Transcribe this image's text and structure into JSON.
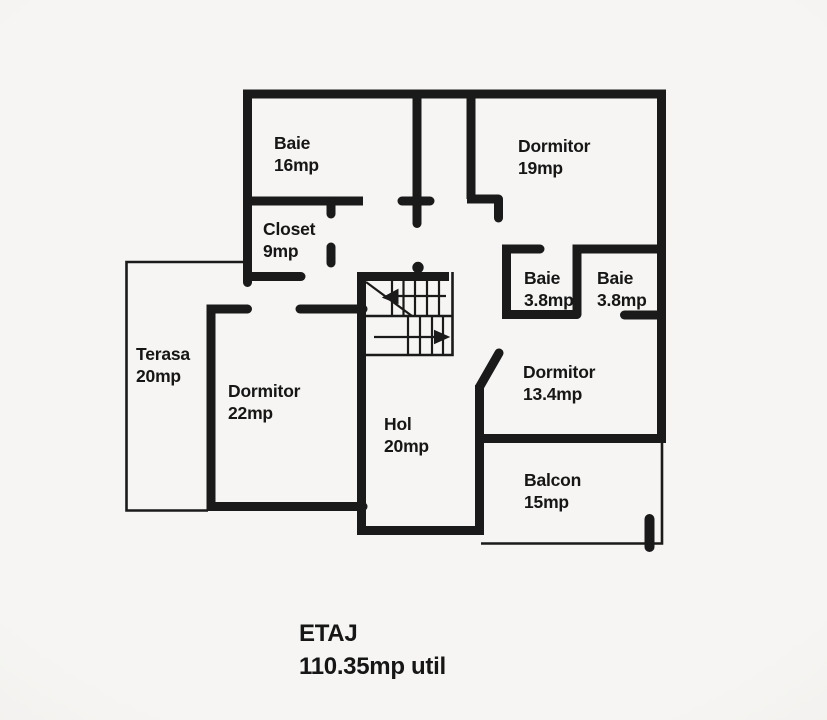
{
  "title": {
    "line1": "ETAJ",
    "line2": "110.35mp util"
  },
  "colors": {
    "background": "#f6f5f3",
    "background_edge": "#e8e6e2",
    "wall": "#1a1a1a",
    "text": "#161616"
  },
  "rooms": [
    {
      "id": "baie-16",
      "name": "Baie",
      "area": "16mp"
    },
    {
      "id": "dormitor-19",
      "name": "Dormitor",
      "area": "19mp"
    },
    {
      "id": "closet-9",
      "name": "Closet",
      "area": "9mp"
    },
    {
      "id": "baie-38-left",
      "name": "Baie",
      "area": "3.8mp"
    },
    {
      "id": "baie-38-right",
      "name": "Baie",
      "area": "3.8mp"
    },
    {
      "id": "terasa-20",
      "name": "Terasa",
      "area": "20mp"
    },
    {
      "id": "dormitor-22",
      "name": "Dormitor",
      "area": "22mp"
    },
    {
      "id": "dormitor-134",
      "name": "Dormitor",
      "area": "13.4mp"
    },
    {
      "id": "hol-20",
      "name": "Hol",
      "area": "20mp"
    },
    {
      "id": "balcon-15",
      "name": "Balcon",
      "area": "15mp"
    }
  ]
}
